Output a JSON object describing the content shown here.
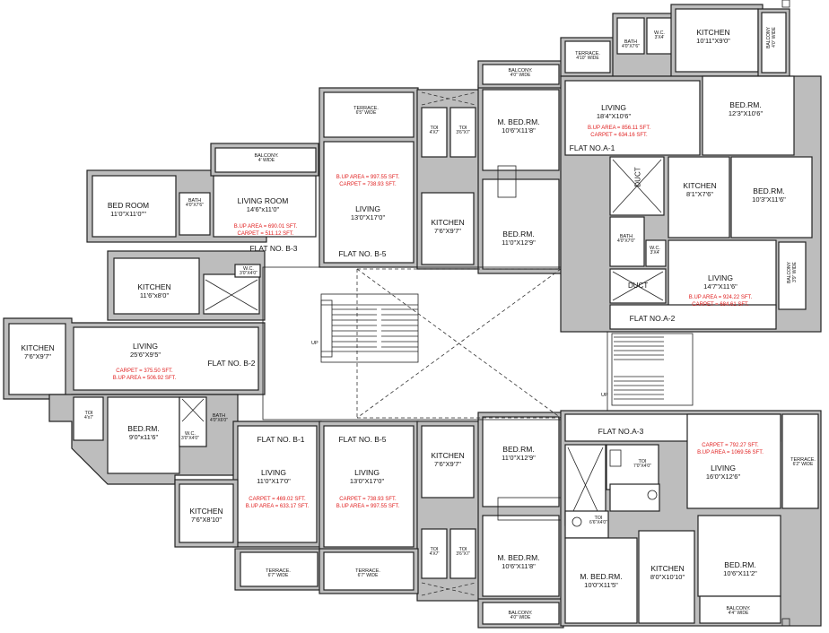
{
  "rooms": {
    "b3_bedroom": {
      "name": "BED ROOM",
      "dim": "11'0\"X11'0\"\""
    },
    "b3_bath": {
      "name": "BATH",
      "dim": "4'0\"X7'6\""
    },
    "b3_living": {
      "name": "LIVING ROOM",
      "dim": "14'6\"x11'0\""
    },
    "b3_balcony": {
      "name": "BALCONY.",
      "dim": "4' WIDE"
    },
    "b3_kitchen": {
      "name": "KITCHEN",
      "dim": "11'6\"x8'0\""
    },
    "b3_wc": {
      "name": "W.C.",
      "dim": "3'0\"X4'0\""
    },
    "b2_kitchen": {
      "name": "KITCHEN",
      "dim": "7'6\"X9'7\""
    },
    "b2_living": {
      "name": "LIVING",
      "dim": "25'6\"X9'5\""
    },
    "b2_toi": {
      "name": "TOI",
      "dim": "4'x7'"
    },
    "b2_bed": {
      "name": "BED.RM.",
      "dim": "9'0\"x11'6\""
    },
    "b2_bath": {
      "name": "BATH",
      "dim": "4'0\"X6'0\""
    },
    "b2_wc": {
      "name": "W.C.",
      "dim": "3'0\"X4'0\""
    },
    "b1_living": {
      "name": "LIVING",
      "dim": "11'0\"X17'0\""
    },
    "b1_kitchen": {
      "name": "KITCHEN",
      "dim": "7'6\"X8'10\""
    },
    "b1_terrace": {
      "name": "TERRACE.",
      "dim": "6'7\" WIDE"
    },
    "b5t_terrace": {
      "name": "TERRACE.",
      "dim": "6'5\" WIDE"
    },
    "b5t_living": {
      "name": "LIVING",
      "dim": "13'0\"X17'0\""
    },
    "b5t_toi1": {
      "name": "TOI",
      "dim": "4'X7'"
    },
    "b5t_toi2": {
      "name": "TOI",
      "dim": "3'6\"X7'"
    },
    "b5t_mbed": {
      "name": "M. BED.RM.",
      "dim": "10'6\"X11'8\""
    },
    "b5t_kitchen": {
      "name": "KITCHEN",
      "dim": "7'6\"X9'7\""
    },
    "b5t_bed": {
      "name": "BED.RM.",
      "dim": "11'0\"X12'9\""
    },
    "b5t_balcony": {
      "name": "BALCONY.",
      "dim": "4'0\" WIDE"
    },
    "b5b_living": {
      "name": "LIVING",
      "dim": "13'0\"X17'0\""
    },
    "b5b_kitchen": {
      "name": "KITCHEN",
      "dim": "7'6\"X9'7\""
    },
    "b5b_bed": {
      "name": "BED.RM.",
      "dim": "11'0\"X12'9\""
    },
    "b5b_toi1": {
      "name": "TOI",
      "dim": "4'X7'"
    },
    "b5b_toi2": {
      "name": "TOI",
      "dim": "3'6\"X7'"
    },
    "b5b_mbed": {
      "name": "M. BED.RM.",
      "dim": "10'6\"X11'8\""
    },
    "b5b_terrace": {
      "name": "TERRACE.",
      "dim": "6'7\" WIDE"
    },
    "b5b_balcony": {
      "name": "BALCONY.",
      "dim": "4'0\" WIDE"
    },
    "a1_terrace": {
      "name": "TERRACE.",
      "dim": "4'10\" WIDE"
    },
    "a1_bath": {
      "name": "BATH",
      "dim": "4'0\"X7'6\""
    },
    "a1_wc": {
      "name": "W.C.",
      "dim": "3'X4'"
    },
    "a1_kitchen": {
      "name": "KITCHEN",
      "dim": "10'11\"X9'0\""
    },
    "a1_balcony": {
      "name": "BALCONY",
      "dim": "4'0\" WIDE"
    },
    "a1_living": {
      "name": "LIVING",
      "dim": "18'4\"X10'6\""
    },
    "a1_bed": {
      "name": "BED.RM.",
      "dim": "12'3\"X10'6\""
    },
    "a2_kitchen": {
      "name": "KITCHEN",
      "dim": "8'1\"X7'6\""
    },
    "a2_bed": {
      "name": "BED.RM.",
      "dim": "10'3\"X11'6\""
    },
    "a2_bath": {
      "name": "BATH",
      "dim": "4'0\"X7'0\""
    },
    "a2_wc": {
      "name": "W.C.",
      "dim": "3'X4'"
    },
    "a2_living": {
      "name": "LIVING",
      "dim": "14'7\"X11'6\""
    },
    "a2_balcony": {
      "name": "BALCONY",
      "dim": "3'9\" WIDE"
    },
    "a3_toi": {
      "name": "TOI",
      "dim": "7'0\"X4'0\""
    },
    "a3_toi2": {
      "name": "TOI",
      "dim": "6'6\"X4'0\""
    },
    "a3_living": {
      "name": "LIVING",
      "dim": "16'0\"X12'6\""
    },
    "a3_terrace": {
      "name": "TERRACE.",
      "dim": "6'2\" WIDE"
    },
    "a3_mbed": {
      "name": "M. BED.RM.",
      "dim": "10'0\"X11'5\""
    },
    "a3_kitchen": {
      "name": "KITCHEN",
      "dim": "8'0\"X10'10\""
    },
    "a3_bed": {
      "name": "BED.RM.",
      "dim": "10'6\"X11'2\""
    },
    "a3_balcony": {
      "name": "BALCONY.",
      "dim": "4'4\" WIDE"
    }
  },
  "flats": {
    "b3": "FLAT NO. B-3",
    "b2": "FLAT NO. B-2",
    "b1": "FLAT NO. B-1",
    "b5_top": "FLAT NO. B-5",
    "b5_bottom": "FLAT NO. B-5",
    "a1": "FLAT NO.A-1",
    "a2": "FLAT NO.A-2",
    "a3": "FLAT NO.A-3"
  },
  "areas": {
    "b3": {
      "line1": "B.UP AREA = 690.01 SFT.",
      "line2": "CARPET = 511.12 SFT."
    },
    "b2": {
      "line1": "CARPET = 375.50 SFT.",
      "line2": "B.UP AREA = 506.92 SFT."
    },
    "b1": {
      "line1": "CARPET = 469.02 SFT.",
      "line2": "B.UP AREA = 633.17 SFT."
    },
    "b5_top": {
      "line1": "B.UP AREA = 997.55 SFT.",
      "line2": "CARPET = 738.93 SFT."
    },
    "b5_bottom": {
      "line1": "CARPET = 738.93 SFT.",
      "line2": "B.UP AREA = 997.55 SFT."
    },
    "a1": {
      "line1": "B.UP AREA = 856.11 SFT.",
      "line2": "CARPET = 634.16 SFT."
    },
    "a2": {
      "line1": "B.UP AREA = 924.22 SFT.",
      "line2": "CARPET = 684.61 SFT."
    },
    "a3": {
      "line1": "CARPET = 792.27 SFT.",
      "line2": "B.UP AREA = 1069.56 SFT."
    }
  },
  "labels": {
    "up_left": "UP",
    "up_right": "UP",
    "duct_1": "DUCT",
    "duct_2": "DUCT"
  },
  "colors": {
    "wall": "#bdbdbd",
    "line": "#222222",
    "area_text": "#e02020"
  }
}
